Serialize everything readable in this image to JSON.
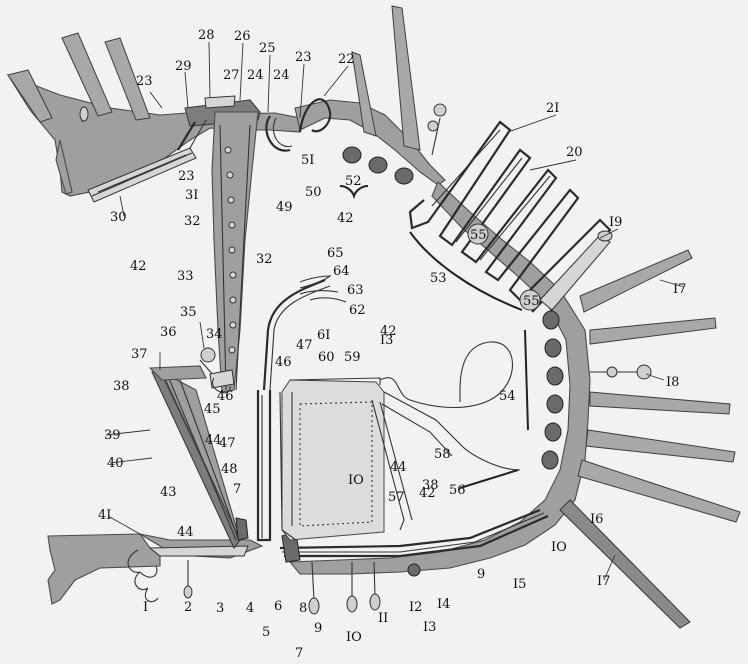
{
  "labels": [
    {
      "id": "l1",
      "text": "I"
    },
    {
      "id": "l2",
      "text": "2"
    },
    {
      "id": "l3",
      "text": "3"
    },
    {
      "id": "l4",
      "text": "4"
    },
    {
      "id": "l5",
      "text": "5"
    },
    {
      "id": "l6",
      "text": "6"
    },
    {
      "id": "l7a",
      "text": "7"
    },
    {
      "id": "l7b",
      "text": "7"
    },
    {
      "id": "l8",
      "text": "8"
    },
    {
      "id": "l9a",
      "text": "9"
    },
    {
      "id": "l9b",
      "text": "9"
    },
    {
      "id": "l10a",
      "text": "IO"
    },
    {
      "id": "l10b",
      "text": "IO"
    },
    {
      "id": "l10c",
      "text": "IO"
    },
    {
      "id": "l11",
      "text": "II"
    },
    {
      "id": "l12",
      "text": "I2"
    },
    {
      "id": "l13a",
      "text": "I3"
    },
    {
      "id": "l13b",
      "text": "I3"
    },
    {
      "id": "l14",
      "text": "I4"
    },
    {
      "id": "l15",
      "text": "I5"
    },
    {
      "id": "l16",
      "text": "I6"
    },
    {
      "id": "l17a",
      "text": "I7"
    },
    {
      "id": "l17b",
      "text": "I7"
    },
    {
      "id": "l18",
      "text": "I8"
    },
    {
      "id": "l19",
      "text": "I9"
    },
    {
      "id": "l20",
      "text": "20"
    },
    {
      "id": "l21",
      "text": "2I"
    },
    {
      "id": "l22",
      "text": "22"
    },
    {
      "id": "l23a",
      "text": "23"
    },
    {
      "id": "l23b",
      "text": "23"
    },
    {
      "id": "l23c",
      "text": "23"
    },
    {
      "id": "l24a",
      "text": "24"
    },
    {
      "id": "l24b",
      "text": "24"
    },
    {
      "id": "l25",
      "text": "25"
    },
    {
      "id": "l26",
      "text": "26"
    },
    {
      "id": "l27",
      "text": "27"
    },
    {
      "id": "l28",
      "text": "28"
    },
    {
      "id": "l29",
      "text": "29"
    },
    {
      "id": "l30",
      "text": "30"
    },
    {
      "id": "l31",
      "text": "3I"
    },
    {
      "id": "l32a",
      "text": "32"
    },
    {
      "id": "l32b",
      "text": "32"
    },
    {
      "id": "l33",
      "text": "33"
    },
    {
      "id": "l34",
      "text": "34"
    },
    {
      "id": "l35",
      "text": "35"
    },
    {
      "id": "l36",
      "text": "36"
    },
    {
      "id": "l37",
      "text": "37"
    },
    {
      "id": "l38a",
      "text": "38"
    },
    {
      "id": "l38b",
      "text": "38"
    },
    {
      "id": "l39",
      "text": "39"
    },
    {
      "id": "l40",
      "text": "40"
    },
    {
      "id": "l41",
      "text": "4I"
    },
    {
      "id": "l42a",
      "text": "42"
    },
    {
      "id": "l42b",
      "text": "42"
    },
    {
      "id": "l42c",
      "text": "42"
    },
    {
      "id": "l42d",
      "text": "42"
    },
    {
      "id": "l43",
      "text": "43"
    },
    {
      "id": "l44a",
      "text": "44"
    },
    {
      "id": "l44b",
      "text": "44"
    },
    {
      "id": "l44c",
      "text": "44"
    },
    {
      "id": "l45",
      "text": "45"
    },
    {
      "id": "l46a",
      "text": "46"
    },
    {
      "id": "l46b",
      "text": "46"
    },
    {
      "id": "l47a",
      "text": "47"
    },
    {
      "id": "l47b",
      "text": "47"
    },
    {
      "id": "l48",
      "text": "48"
    },
    {
      "id": "l49",
      "text": "49"
    },
    {
      "id": "l50",
      "text": "50"
    },
    {
      "id": "l51",
      "text": "5I"
    },
    {
      "id": "l52",
      "text": "52"
    },
    {
      "id": "l53",
      "text": "53"
    },
    {
      "id": "l54",
      "text": "54"
    },
    {
      "id": "l55a",
      "text": "55"
    },
    {
      "id": "l55b",
      "text": "55"
    },
    {
      "id": "l56",
      "text": "56"
    },
    {
      "id": "l57",
      "text": "57"
    },
    {
      "id": "l58",
      "text": "58"
    },
    {
      "id": "l59",
      "text": "59"
    },
    {
      "id": "l60",
      "text": "60"
    },
    {
      "id": "l61",
      "text": "6I"
    },
    {
      "id": "l62",
      "text": "62"
    },
    {
      "id": "l63",
      "text": "63"
    },
    {
      "id": "l64",
      "text": "64"
    },
    {
      "id": "l65",
      "text": "65"
    }
  ]
}
